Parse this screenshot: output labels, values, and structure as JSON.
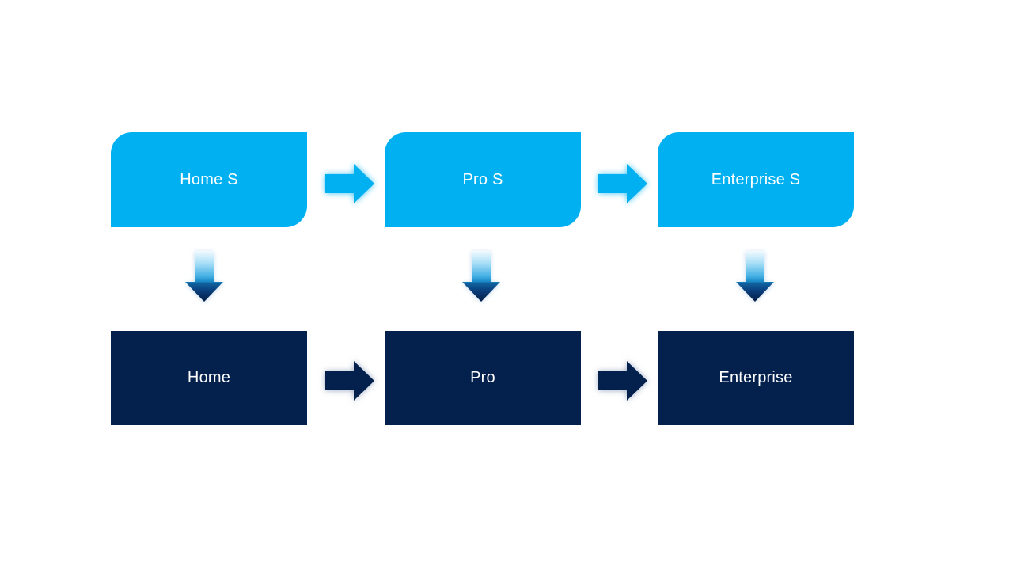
{
  "flowchart": {
    "top_row": [
      {
        "label": "Home S"
      },
      {
        "label": "Pro S"
      },
      {
        "label": "Enterprise S"
      }
    ],
    "bottom_row": [
      {
        "label": "Home"
      },
      {
        "label": "Pro"
      },
      {
        "label": "Enterprise"
      }
    ],
    "icons": {
      "right_arrow": "right-arrow-icon",
      "down_arrow": "down-arrow-icon"
    }
  },
  "colors": {
    "background": "#FFFFFF",
    "top_box_fill": "#00B0F0",
    "bottom_box_fill": "#04214D",
    "label_text": "#FFFFFF",
    "down_arrow_gradient_top": "#F2FAFE",
    "down_arrow_gradient_mid": "#43AFE3",
    "down_arrow_gradient_bottom": "#041C44"
  }
}
